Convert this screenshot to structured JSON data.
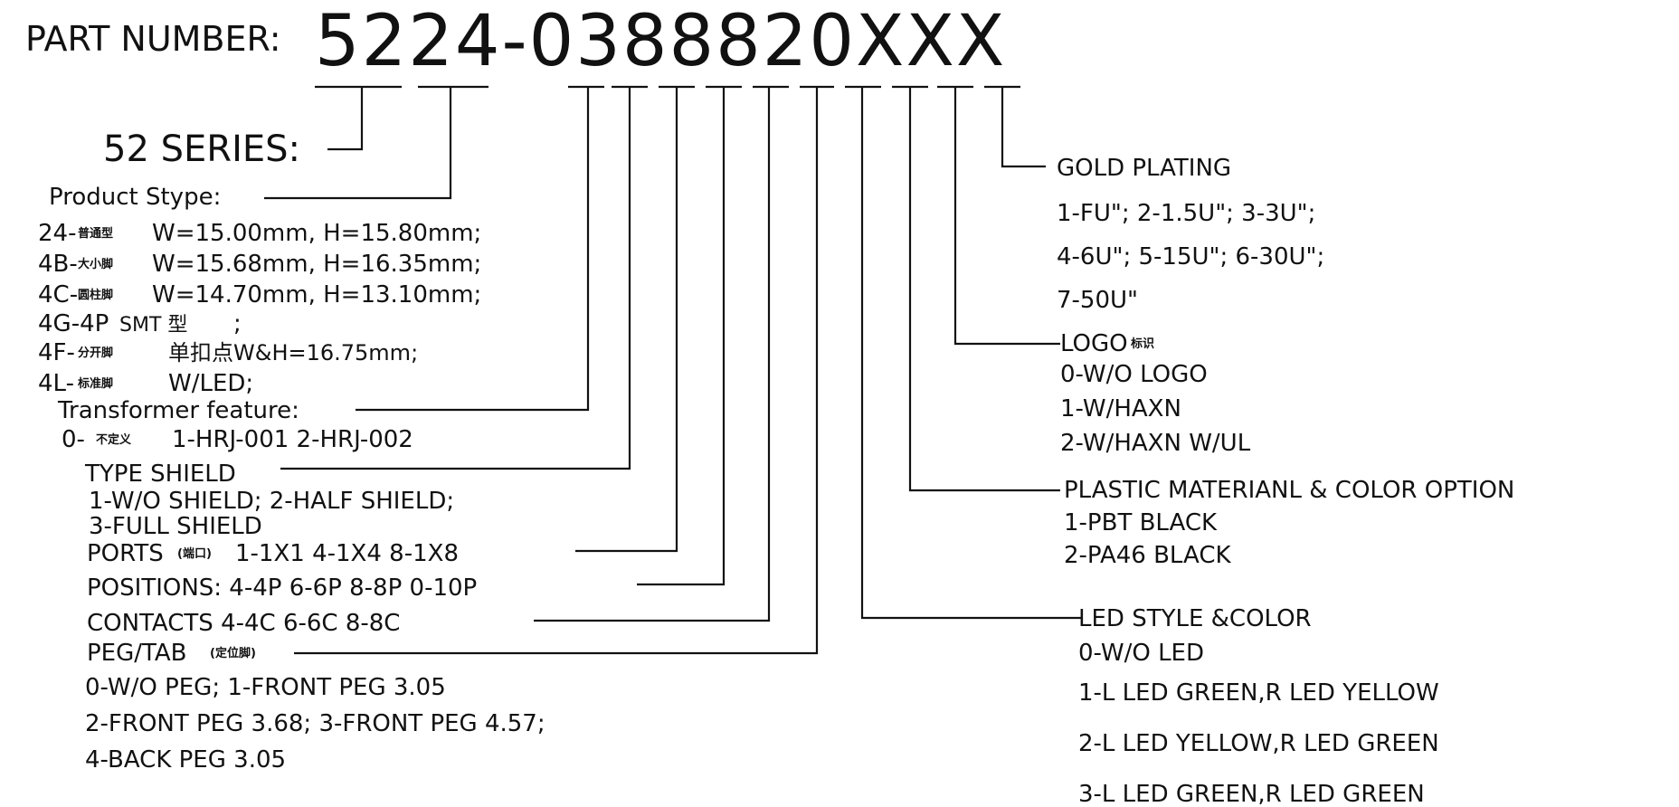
{
  "header": {
    "label": "PART NUMBER:",
    "number": "5224-0388820XXX"
  },
  "series": {
    "label": "52 SERIES:"
  },
  "product_type": {
    "label": "Product Stype:",
    "rows": [
      {
        "code": "24-",
        "cn": "普通型",
        "spec": "W=15.00mm, H=15.80mm;"
      },
      {
        "code": "4B-",
        "cn": "大小脚",
        "spec": "W=15.68mm, H=16.35mm;"
      },
      {
        "code": "4C-",
        "cn": "圆柱脚",
        "spec": "W=14.70mm, H=13.10mm;"
      },
      {
        "code": "4G-4P",
        "cn": "SMT 型",
        "spec": ";"
      },
      {
        "code": "4F-",
        "cn": "分开脚",
        "spec": "单扣点W&H=16.75mm;"
      },
      {
        "code": "4L-",
        "cn": "标准脚",
        "spec": "W/LED;"
      }
    ]
  },
  "transformer": {
    "label": "Transformer feature:",
    "opt0_code": "0-",
    "opt0_cn": "不定义",
    "opts": "1-HRJ-001   2-HRJ-002"
  },
  "type_shield": {
    "label": "TYPE SHIELD",
    "line1": "1-W/O SHIELD; 2-HALF SHIELD;",
    "line2": "3-FULL SHIELD"
  },
  "ports": {
    "label": "PORTS",
    "cn": "(端口)",
    "opts": "1-1X1   4-1X4   8-1X8"
  },
  "positions": {
    "label": "POSITIONS: 4-4P  6-6P  8-8P  0-10P"
  },
  "contacts": {
    "label": "CONTACTS  4-4C  6-6C  8-8C"
  },
  "peg_tab": {
    "label": "PEG/TAB",
    "cn": "(定位脚)",
    "line1": "0-W/O PEG; 1-FRONT   PEG 3.05",
    "line2": "2-FRONT   PEG 3.68; 3-FRONT   PEG 4.57;",
    "line3": "4-BACK   PEG 3.05"
  },
  "gold_plating": {
    "label": "GOLD PLATING",
    "line1": "1-FU\"; 2-1.5U\"; 3-3U\";",
    "line2": "4-6U\"; 5-15U\"; 6-30U\";",
    "line3": "7-50U\""
  },
  "logo": {
    "label": "LOGO",
    "cn": "标识",
    "line1": "0-W/O LOGO",
    "line2": "1-W/HAXN",
    "line3": "2-W/HAXN W/UL"
  },
  "plastic": {
    "label": "PLASTIC MATERIANL & COLOR OPTION",
    "line1": "1-PBT BLACK",
    "line2": "2-PA46 BLACK"
  },
  "led": {
    "label": "LED STYLE &COLOR",
    "line1": "0-W/O LED",
    "line2": "1-L LED GREEN,R LED YELLOW",
    "line3": "2-L LED YELLOW,R LED GREEN",
    "line4": "3-L LED GREEN,R LED GREEN"
  }
}
